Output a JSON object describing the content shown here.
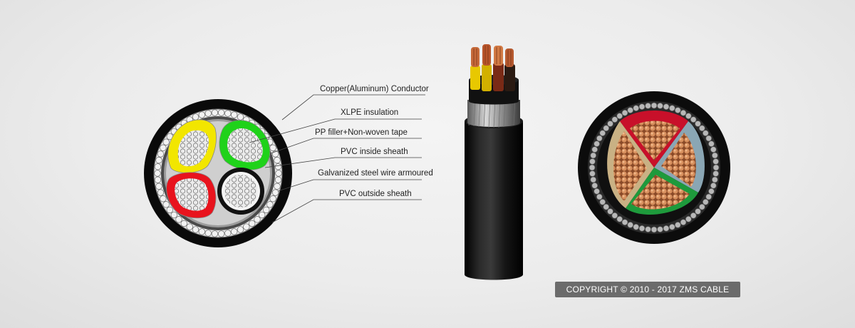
{
  "labels": {
    "conductor": "Copper(Aluminum) Conductor",
    "insulation": "XLPE insulation",
    "filler": "PP filler+Non-woven tape",
    "inside_sheath": "PVC inside sheath",
    "armour": "Galvanized steel wire armoured",
    "outside_sheath": "PVC outside sheath"
  },
  "copyright": "COPYRIGHT © 2010 - 2017 ZMS CABLE",
  "colors": {
    "core_yellow": "#f2e600",
    "core_green": "#1fd21a",
    "core_red": "#e8131d",
    "core_black": "#111111",
    "sheath": "#0d0d0d",
    "armour": "#cfcfcf",
    "copper": "#c87a4a"
  }
}
